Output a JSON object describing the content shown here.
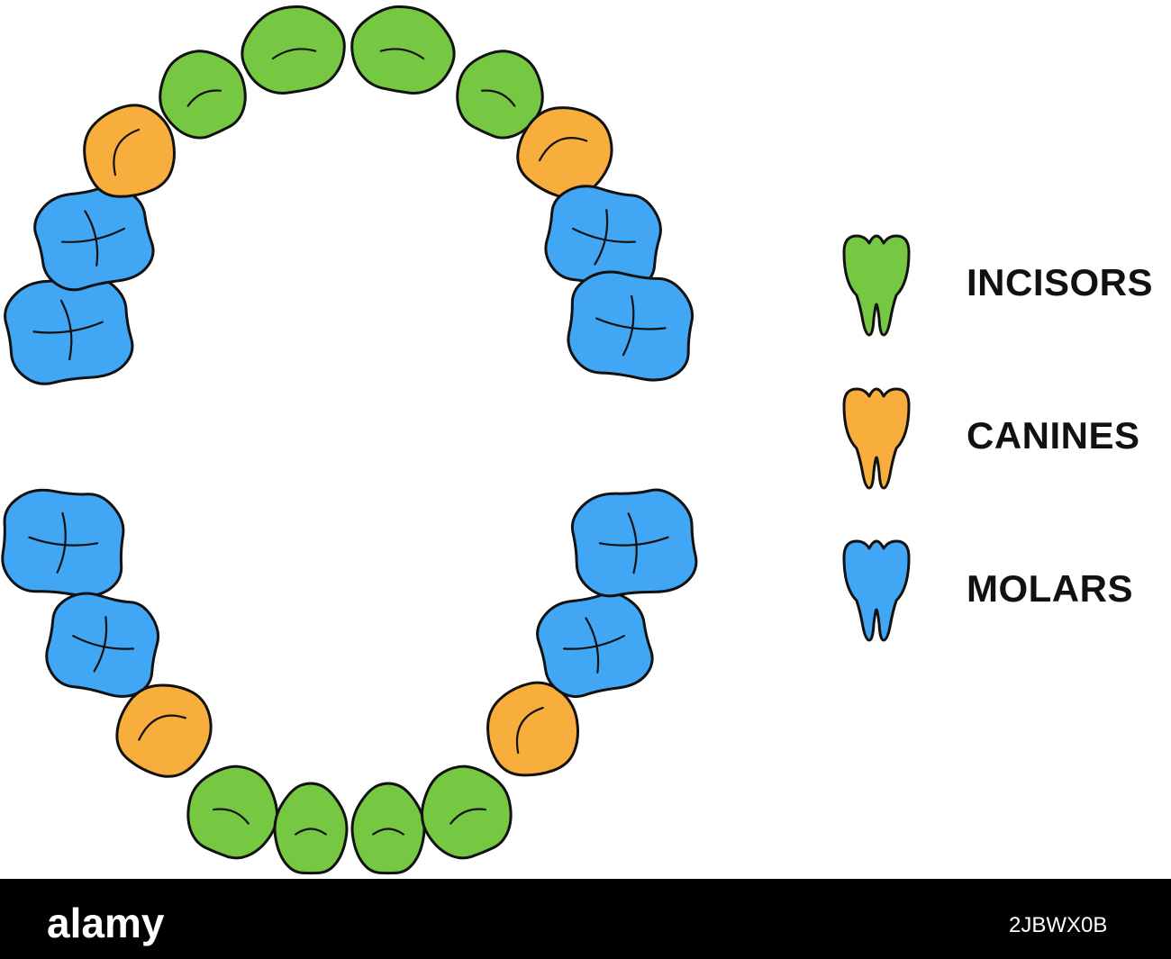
{
  "colors": {
    "incisors": "#76c843",
    "canines": "#f8ae3c",
    "molars": "#41a6f4",
    "outline": "#111111",
    "background": "#ffffff"
  },
  "legend": [
    {
      "label": "INCISORS",
      "type": "incisor",
      "color": "#76c843"
    },
    {
      "label": "CANINES",
      "type": "canine",
      "color": "#f8ae3c"
    },
    {
      "label": "MOLARS",
      "type": "molar",
      "color": "#41a6f4"
    }
  ],
  "upper_arch": [
    "molar",
    "molar",
    "canine",
    "incisor",
    "incisor",
    "incisor",
    "incisor",
    "canine",
    "molar",
    "molar"
  ],
  "lower_arch": [
    "molar",
    "molar",
    "canine",
    "incisor",
    "incisor",
    "incisor",
    "incisor",
    "canine",
    "molar",
    "molar"
  ],
  "watermark": {
    "logo": "alamy",
    "code": "2JBWX0B"
  }
}
